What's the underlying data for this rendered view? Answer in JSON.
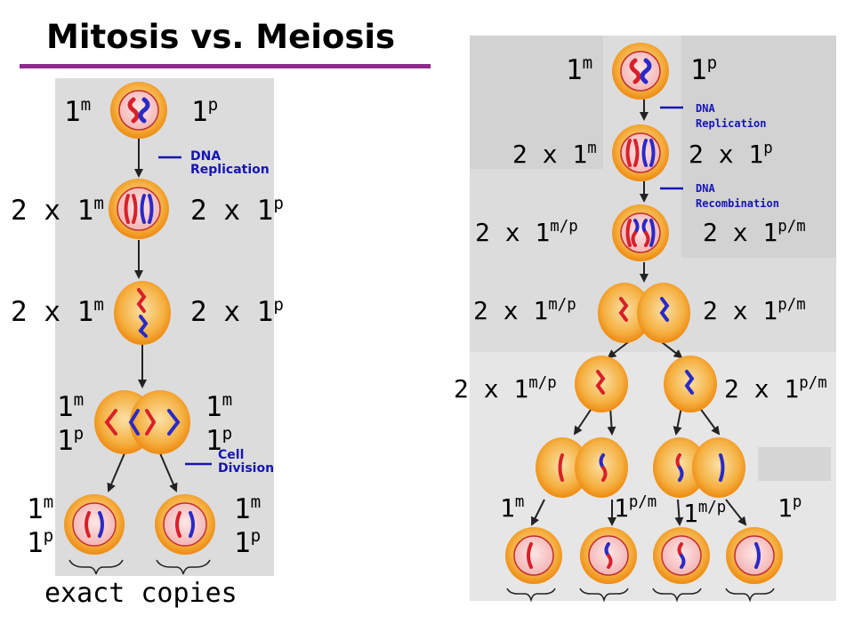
{
  "title": "Mitosis vs. Meiosis",
  "colors": {
    "title_rule": "#8e2a8e",
    "panel_bg": "#dcdcdc",
    "cell_outer": "#f3a12a",
    "cell_inner": "#f9c9c9",
    "maternal_chromosome": "#d8202a",
    "paternal_chromosome": "#2a2ac8",
    "step_label": "#1515b5"
  },
  "mitosis": {
    "rows": [
      {
        "left": {
          "base": "1",
          "sup": "m"
        },
        "right": {
          "base": "1",
          "sup": "p"
        }
      },
      {
        "left": {
          "base": "2 x 1",
          "sup": "m"
        },
        "right": {
          "base": "2 x 1",
          "sup": "p"
        }
      },
      {
        "left": {
          "base": "2 x 1",
          "sup": "m"
        },
        "right": {
          "base": "2 x 1",
          "sup": "p"
        }
      }
    ],
    "division_left": {
      "line1": {
        "base": "1",
        "sup": "m"
      },
      "line2": {
        "base": "1",
        "sup": "p"
      }
    },
    "division_right": {
      "line1": {
        "base": "1",
        "sup": "m"
      },
      "line2": {
        "base": "1",
        "sup": "p"
      }
    },
    "daughter_left": {
      "line1": {
        "base": "1",
        "sup": "m"
      },
      "line2": {
        "base": "1",
        "sup": "p"
      }
    },
    "daughter_right": {
      "line1": {
        "base": "1",
        "sup": "m"
      },
      "line2": {
        "base": "1",
        "sup": "p"
      }
    },
    "steps": {
      "dna_replication": [
        "DNA",
        "Replication"
      ],
      "cell_division": [
        "Cell",
        "Division"
      ]
    },
    "caption": "exact copies"
  },
  "meiosis": {
    "row1": {
      "left": {
        "base": "1",
        "sup": "m"
      },
      "right": {
        "base": "1",
        "sup": "p"
      }
    },
    "row2": {
      "left": {
        "base": "2 x 1",
        "sup": "m"
      },
      "right": {
        "base": "2 x 1",
        "sup": "p"
      }
    },
    "row3": {
      "left": {
        "base": "2 x 1",
        "sup": "m/p"
      },
      "right": {
        "base": "2 x 1",
        "sup": "p/m"
      }
    },
    "row4": {
      "left": {
        "base": "2 x 1",
        "sup": "m/p"
      },
      "right": {
        "base": "2 x 1",
        "sup": "p/m"
      }
    },
    "row5": {
      "left": {
        "base": "2 x 1",
        "sup": "m/p"
      },
      "right": {
        "base": "2 x 1",
        "sup": "p/m"
      }
    },
    "final": [
      {
        "base": "1",
        "sup": "m"
      },
      {
        "base": "1",
        "sup": "p/m"
      },
      {
        "base": "1",
        "sup": "m/p"
      },
      {
        "base": "1",
        "sup": "p"
      }
    ],
    "steps": {
      "dna_replication": [
        "DNA",
        "Replication"
      ],
      "dna_recombination": [
        "DNA",
        "Recombination"
      ]
    }
  }
}
